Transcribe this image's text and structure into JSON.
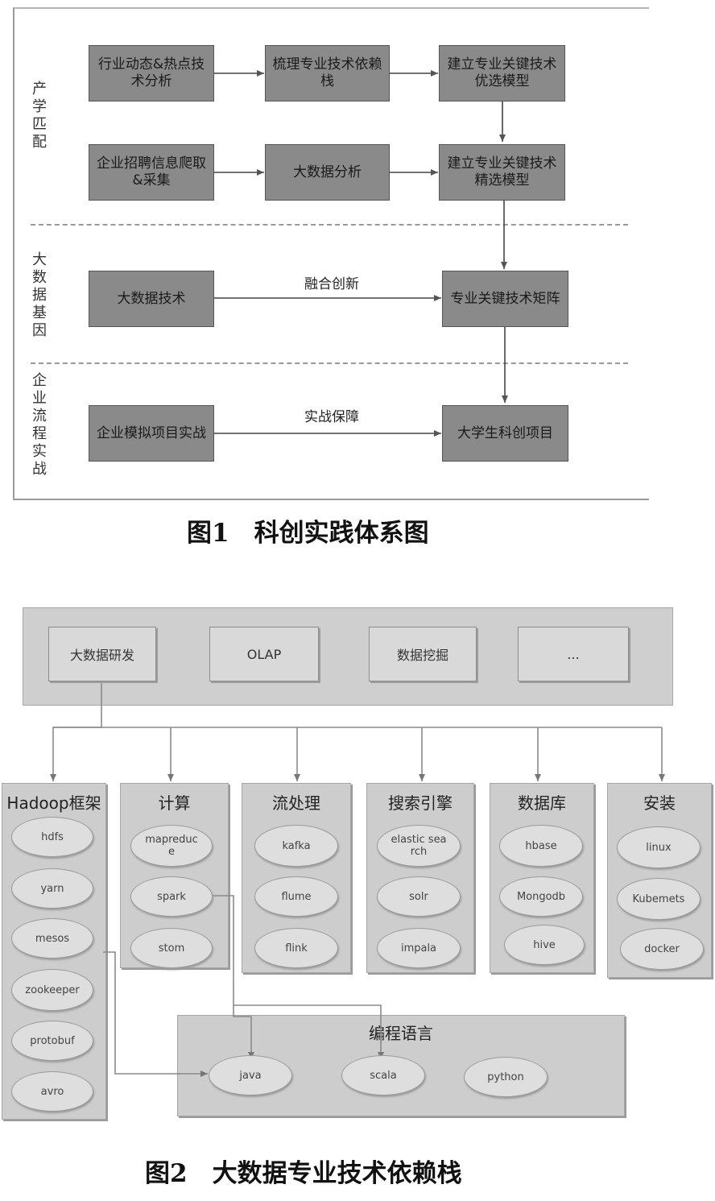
{
  "figure1": {
    "caption": "图1　科创实践体系图",
    "sections": [
      {
        "label": "产学匹配"
      },
      {
        "label": "大数据基因"
      },
      {
        "label": "企业流程实战"
      }
    ],
    "boxes": {
      "industry_trends": "行业动态&热点技术分析",
      "tech_stack": "梳理专业技术依赖栈",
      "optimal_model": "建立专业关键技术优选模型",
      "recruitment": "企业招聘信息爬取&采集",
      "bigdata_analysis": "大数据分析",
      "refined_model": "建立专业关键技术精选模型",
      "bigdata_tech": "大数据技术",
      "key_matrix": "专业关键技术矩阵",
      "simulation": "企业模拟项目实战",
      "student_project": "大学生科创项目"
    },
    "edge_labels": {
      "fusion": "融合创新",
      "practice": "实战保障"
    }
  },
  "figure2": {
    "caption": "图2　大数据专业技术依赖栈",
    "top_boxes": [
      "大数据研发",
      "OLAP",
      "数据挖掘",
      "..."
    ],
    "columns": [
      {
        "title": "Hadoop框架",
        "items": [
          "hdfs",
          "yarn",
          "mesos",
          "zookeeper",
          "protobuf",
          "avro"
        ]
      },
      {
        "title": "计算",
        "items": [
          "mapreduce",
          "spark",
          "stom"
        ]
      },
      {
        "title": "流处理",
        "items": [
          "kafka",
          "flume",
          "flink"
        ]
      },
      {
        "title": "搜索引擎",
        "items": [
          "elastic search",
          "solr",
          "impala"
        ]
      },
      {
        "title": "数据库",
        "items": [
          "hbase",
          "Mongodb",
          "hive"
        ]
      },
      {
        "title": "安装",
        "items": [
          "linux",
          "Kubemets",
          "docker"
        ]
      }
    ],
    "languages": {
      "title": "编程语言",
      "items": [
        "java",
        "scala",
        "python"
      ]
    }
  }
}
